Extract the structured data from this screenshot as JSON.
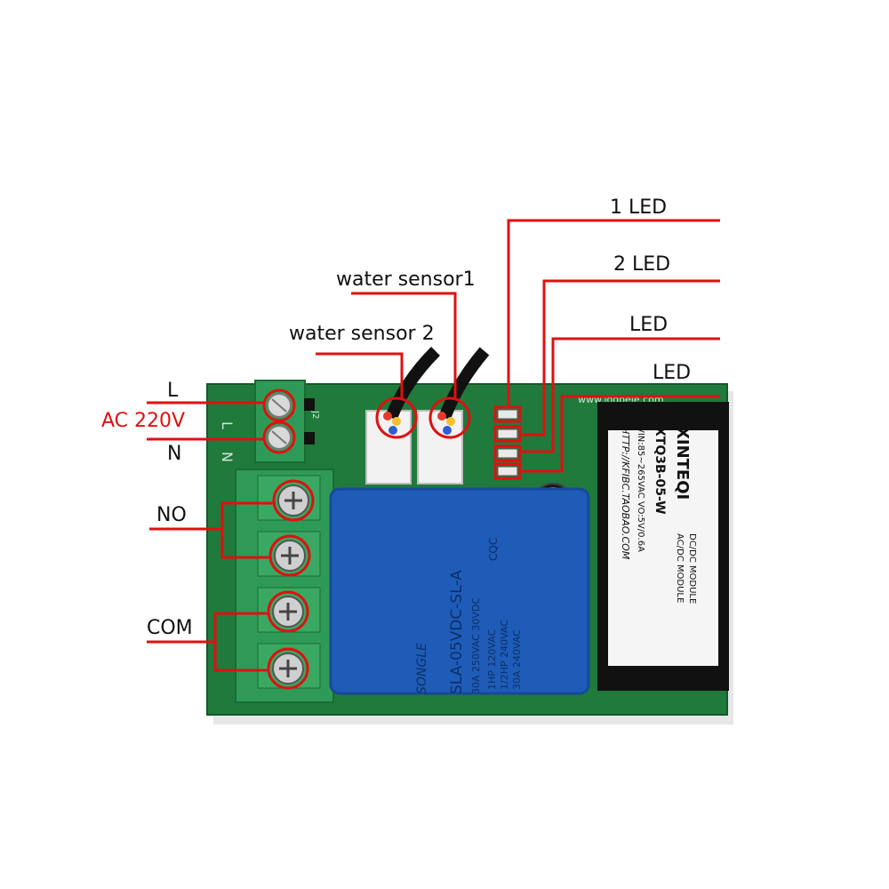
{
  "labels": {
    "l": "L",
    "ac": "AC 220V",
    "n": "N",
    "no": "NO",
    "com": "COM",
    "water_sensor_1": "water sensor1",
    "water_sensor_2": "water sensor 2",
    "led_1": "1 LED",
    "led_2": "2 LED",
    "led_3": "LED",
    "led_4": "LED"
  },
  "board": {
    "pcb_url": "www.logoele.com",
    "pcb_silk_l": "L",
    "pcb_silk_n": "N",
    "pcb_silk_j2": "J2"
  },
  "relay": {
    "brand": "SONGLE",
    "model": "SLA-05VDC-SL-A",
    "rating_1": "30A 250VAC 30VDC",
    "rating_2": "1HP 120VAC",
    "rating_3": "1/2HP 240VAC",
    "rating_4": "30A 240VAC",
    "cqc": "CQC"
  },
  "module": {
    "brand": "XINTEQI",
    "line_1": "DC/DC MODULE",
    "line_2": "AC/DC MODULE",
    "model": "XTQ3B-05-W",
    "spec": "VIN:85~265VAC  VO:5V/0.6A",
    "url": "HTTP://KFIBC.TAOBAO.COM"
  },
  "colors": {
    "pcb": "#1f7a3c",
    "relay": "#1e5cb8",
    "terminal": "#2f9a57",
    "annotation": "#e01010"
  }
}
